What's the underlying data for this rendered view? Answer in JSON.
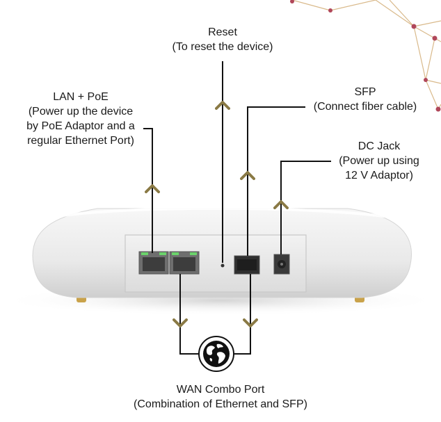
{
  "callouts": {
    "reset": {
      "title": "Reset",
      "desc": "(To reset the device)"
    },
    "lan": {
      "title": "LAN + PoE",
      "lines": [
        "(Power up the device",
        "by PoE Adaptor and a",
        "regular Ethernet Port)"
      ]
    },
    "sfp": {
      "title": "SFP",
      "desc": "(Connect fiber cable)"
    },
    "dc": {
      "title": "DC Jack",
      "lines": [
        "(Power up using",
        "12 V Adaptor)"
      ]
    },
    "wan": {
      "title": "WAN Combo Port",
      "desc": "(Combination of Ethernet and SFP)"
    }
  },
  "icons": {
    "arrow": "chevron-up-icon",
    "arrow_down": "chevron-down-icon",
    "globe": "globe-icon"
  },
  "colors": {
    "arrow": "#8a7a45",
    "line": "#111111",
    "network_line": "#d4a76a",
    "network_node": "#b0475a"
  }
}
